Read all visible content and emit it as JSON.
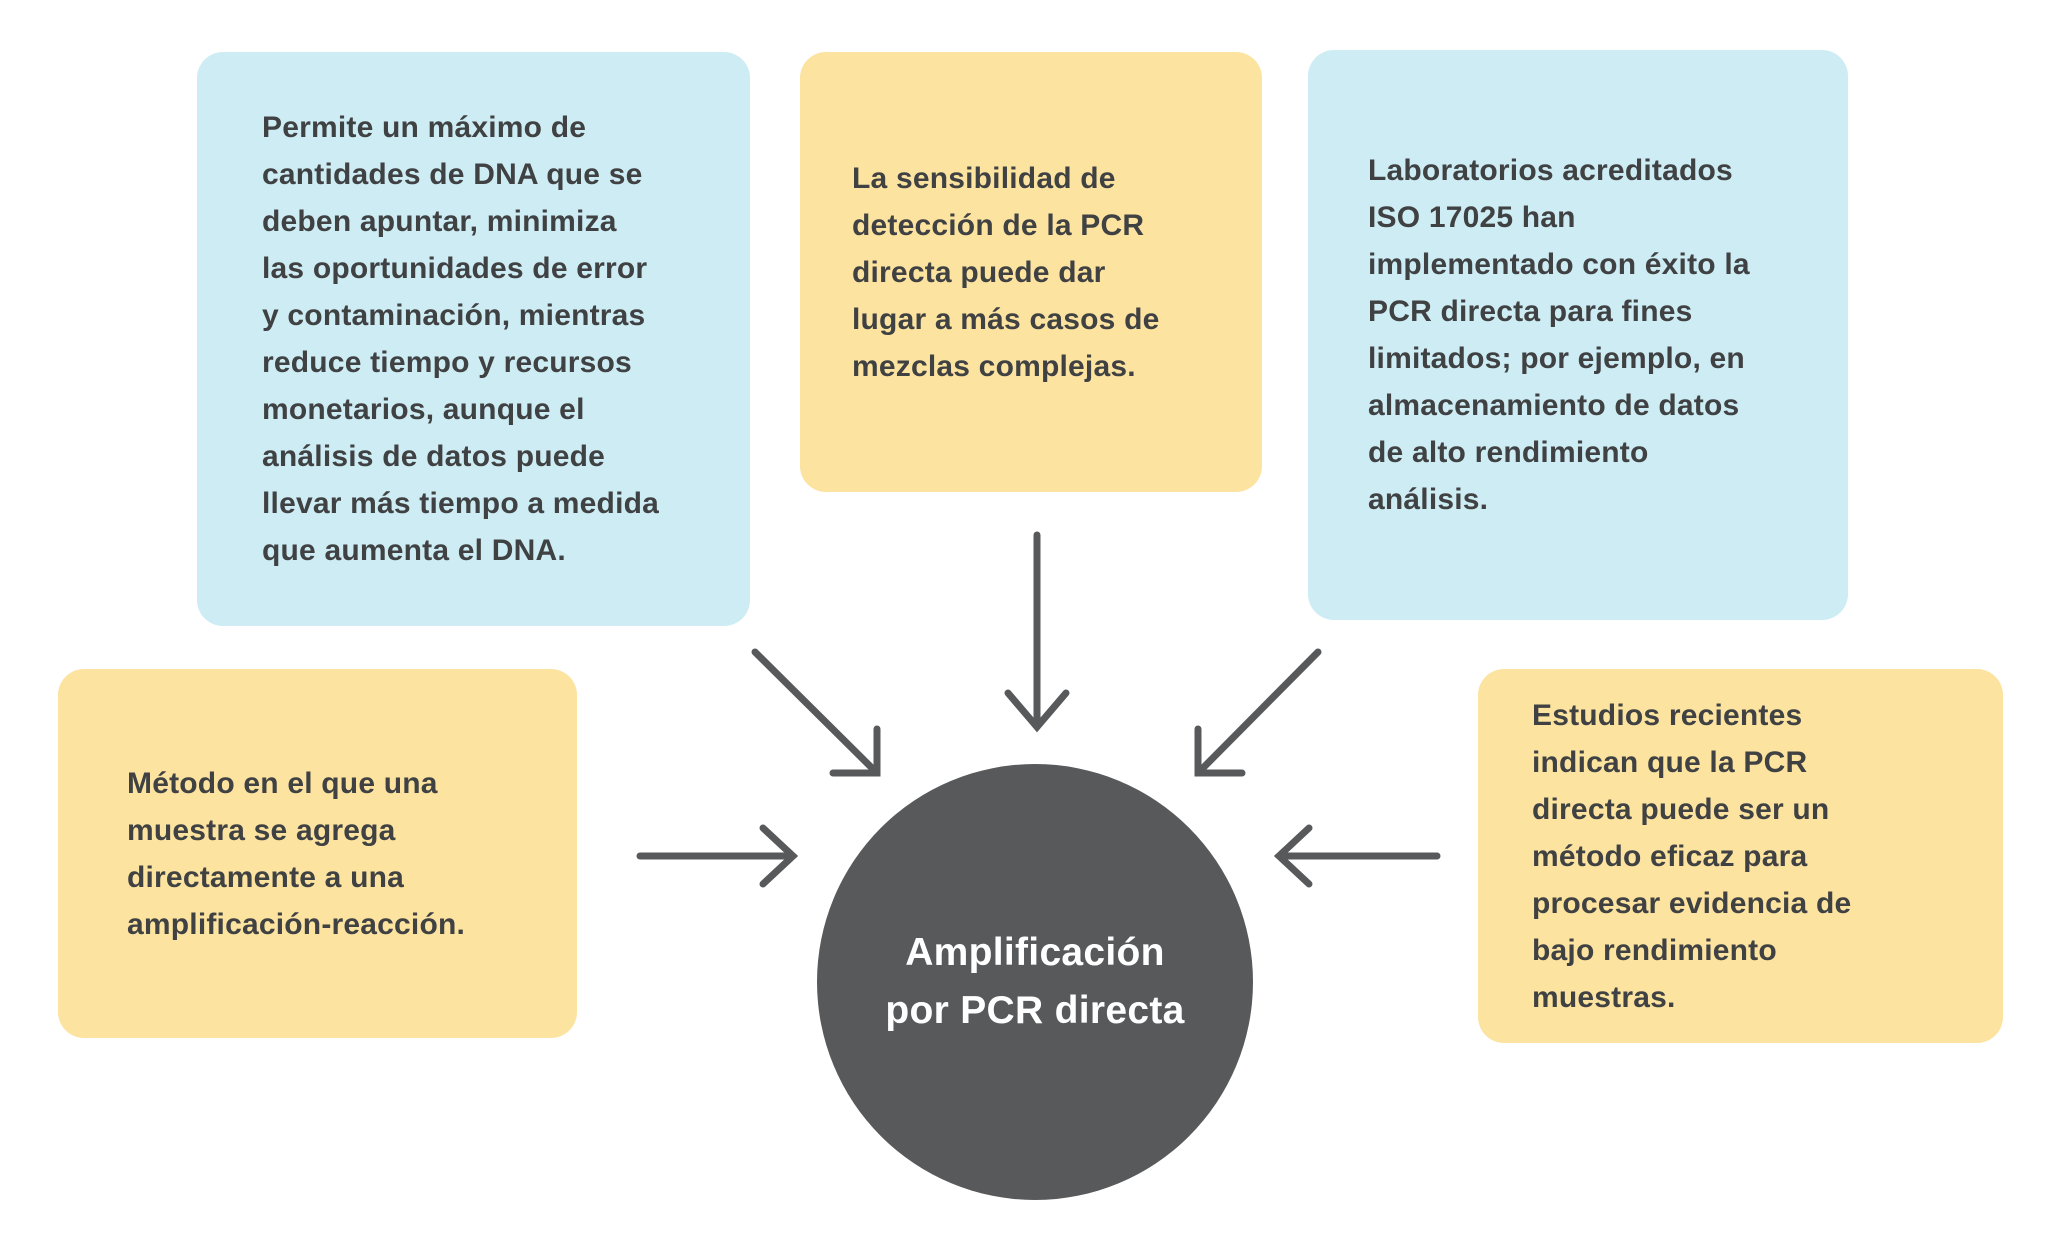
{
  "diagram": {
    "center": {
      "line1": "Amplificación",
      "line2": "por PCR directa"
    },
    "boxes": [
      {
        "id": "top-left",
        "color": "blue",
        "text": "Permite un máximo de cantidades de DNA que se deben apuntar, minimiza las oportunidades de error y contaminación, mientras reduce tiempo y recursos monetarios, aunque el análisis de datos puede llevar más tiempo a medida que aumenta el DNA."
      },
      {
        "id": "top-center",
        "color": "yellow",
        "text": "La sensibilidad de detección de la PCR directa puede dar lugar a más casos de mezclas complejas."
      },
      {
        "id": "top-right",
        "color": "blue",
        "text": "Laboratorios acreditados ISO 17025 han implementado con éxito la PCR directa para fines limitados; por ejemplo, en almacenamiento de datos de alto rendimiento análisis."
      },
      {
        "id": "left",
        "color": "yellow",
        "text": "Método en el que una muestra se agrega directamente a una amplificación-reacción."
      },
      {
        "id": "right",
        "color": "yellow",
        "text": "Estudios recientes indican que la PCR directa puede ser un método eficaz para procesar evidencia de bajo rendimiento muestras."
      }
    ],
    "colors": {
      "note_blue": "#cdecf4",
      "note_yellow": "#fce3a0",
      "circle_fill": "#58595b",
      "arrow": "#58595b",
      "note_text": "#3f4142",
      "circle_text": "#ffffff",
      "background": "#ffffff"
    }
  }
}
